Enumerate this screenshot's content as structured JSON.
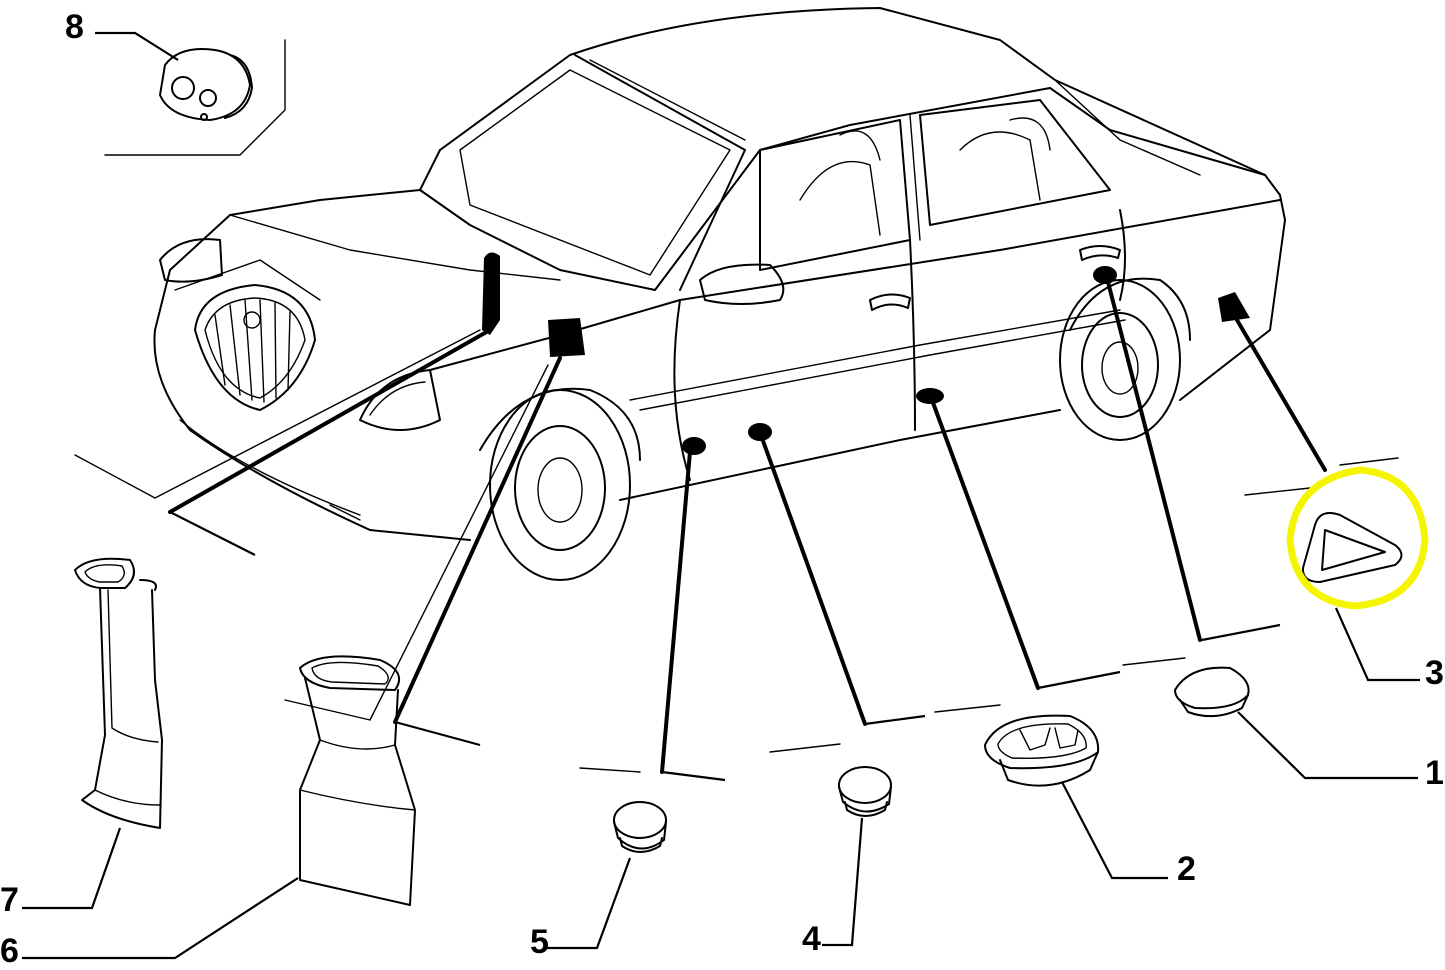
{
  "callouts": [
    {
      "id": "1",
      "label": "1"
    },
    {
      "id": "2",
      "label": "2"
    },
    {
      "id": "3",
      "label": "3"
    },
    {
      "id": "4",
      "label": "4"
    },
    {
      "id": "5",
      "label": "5"
    },
    {
      "id": "6",
      "label": "6"
    },
    {
      "id": "7",
      "label": "7"
    },
    {
      "id": "8",
      "label": "8"
    }
  ],
  "colors": {
    "line": "#000000",
    "highlight": "#f5f500",
    "background": "#ffffff"
  }
}
